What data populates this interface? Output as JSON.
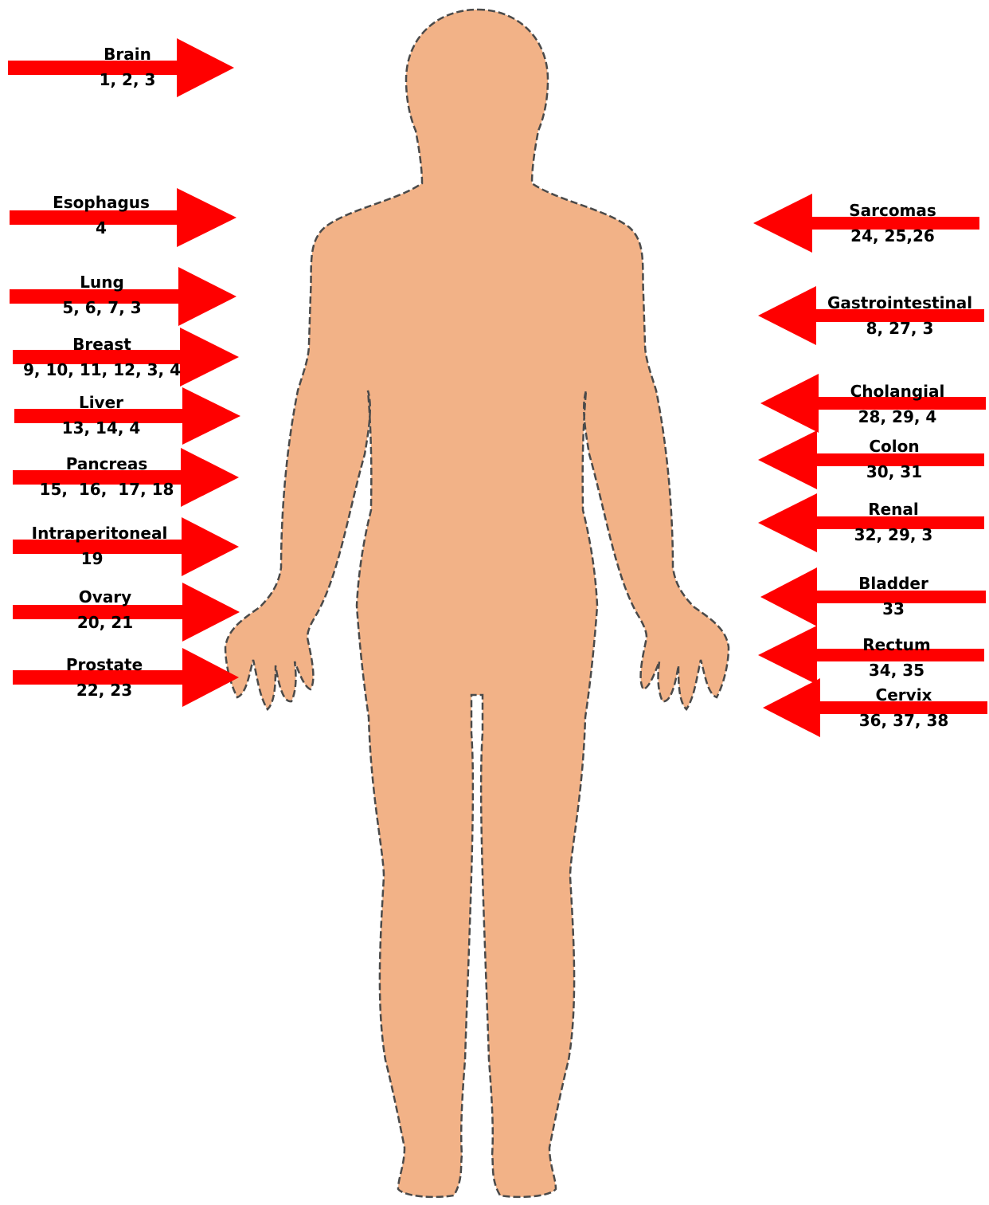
{
  "colors": {
    "skin": "#f2b287",
    "outline": "#4a4a4a",
    "arrow": "#ff0000",
    "text": "#000000"
  },
  "left_labels": [
    {
      "name": "Brain",
      "refs": "1, 2, 3"
    },
    {
      "name": "Esophagus",
      "refs": "4"
    },
    {
      "name": "Lung",
      "refs": "5, 6, 7, 3"
    },
    {
      "name": "Breast",
      "refs": "9, 10, 11, 12, 3, 4"
    },
    {
      "name": "Liver",
      "refs": "13, 14, 4"
    },
    {
      "name": "Pancreas",
      "refs": "15,  16,  17, 18"
    },
    {
      "name": "Intraperitoneal",
      "refs": "19"
    },
    {
      "name": "Ovary",
      "refs": "20, 21"
    },
    {
      "name": "Prostate",
      "refs": "22, 23"
    }
  ],
  "right_labels": [
    {
      "name": "Sarcomas",
      "refs": "24, 25,26"
    },
    {
      "name": "Gastrointestinal",
      "refs": "8, 27, 3"
    },
    {
      "name": "Cholangial",
      "refs": "28, 29, 4"
    },
    {
      "name": "Colon",
      "refs": "30, 31"
    },
    {
      "name": "Renal",
      "refs": "32, 29, 3"
    },
    {
      "name": "Bladder",
      "refs": "33"
    },
    {
      "name": "Rectum",
      "refs": "34, 35"
    },
    {
      "name": "Cervix",
      "refs": "36, 37, 38"
    }
  ]
}
